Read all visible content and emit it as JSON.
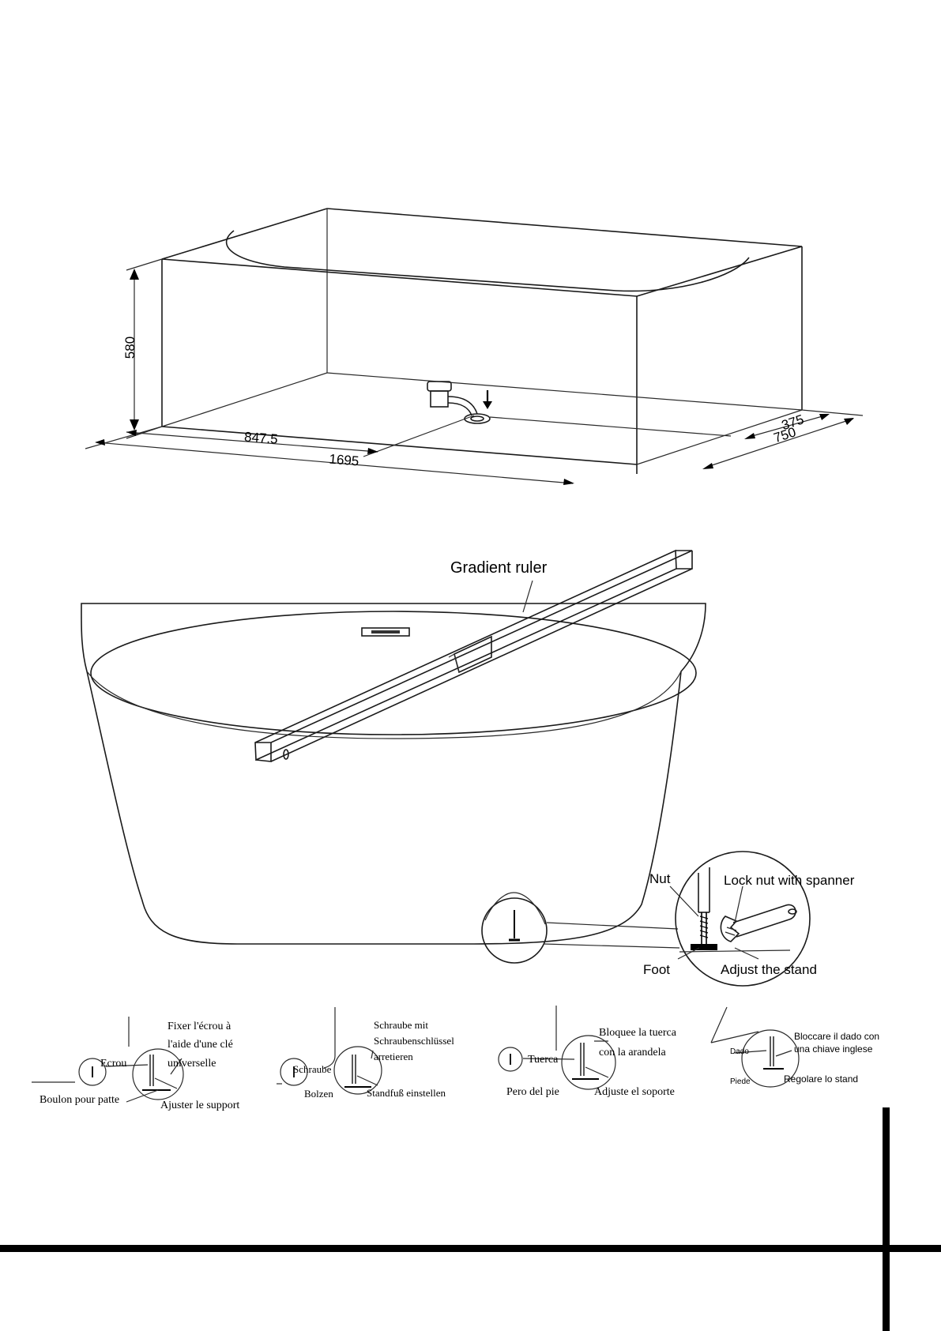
{
  "dimensions": {
    "height": "580",
    "half_length": "847.5",
    "length": "1695",
    "half_width": "375",
    "width": "750"
  },
  "leveling": {
    "ruler_label": "Gradient ruler",
    "nut_label": "Nut",
    "lock_label": "Lock nut with spanner",
    "foot_label": "Foot",
    "adjust_label": "Adjust the stand"
  },
  "translations": {
    "fr": {
      "lock": [
        "Fixer l'écrou à",
        "l'aide d'une clé",
        "universelle"
      ],
      "nut": "Ecrou",
      "bolt": "Boulon pour patte",
      "adjust": "Ajuster le support"
    },
    "de": {
      "lock": [
        "Schraube mit",
        "Schraubenschlüssel",
        "arretieren"
      ],
      "nut": "Schraube",
      "bolt": "Bolzen",
      "adjust": "Standfuß einstellen"
    },
    "es": {
      "lock": [
        "Bloquee la tuerca",
        "con la arandela"
      ],
      "nut": "Tuerca",
      "bolt": "Pero del pie",
      "adjust": "Adjuste el soporte"
    },
    "it": {
      "lock": [
        "Bloccare il dado con",
        "una chiave inglese"
      ],
      "nut": "Dado",
      "bolt": "Piede",
      "adjust": "Regolare lo stand"
    }
  }
}
